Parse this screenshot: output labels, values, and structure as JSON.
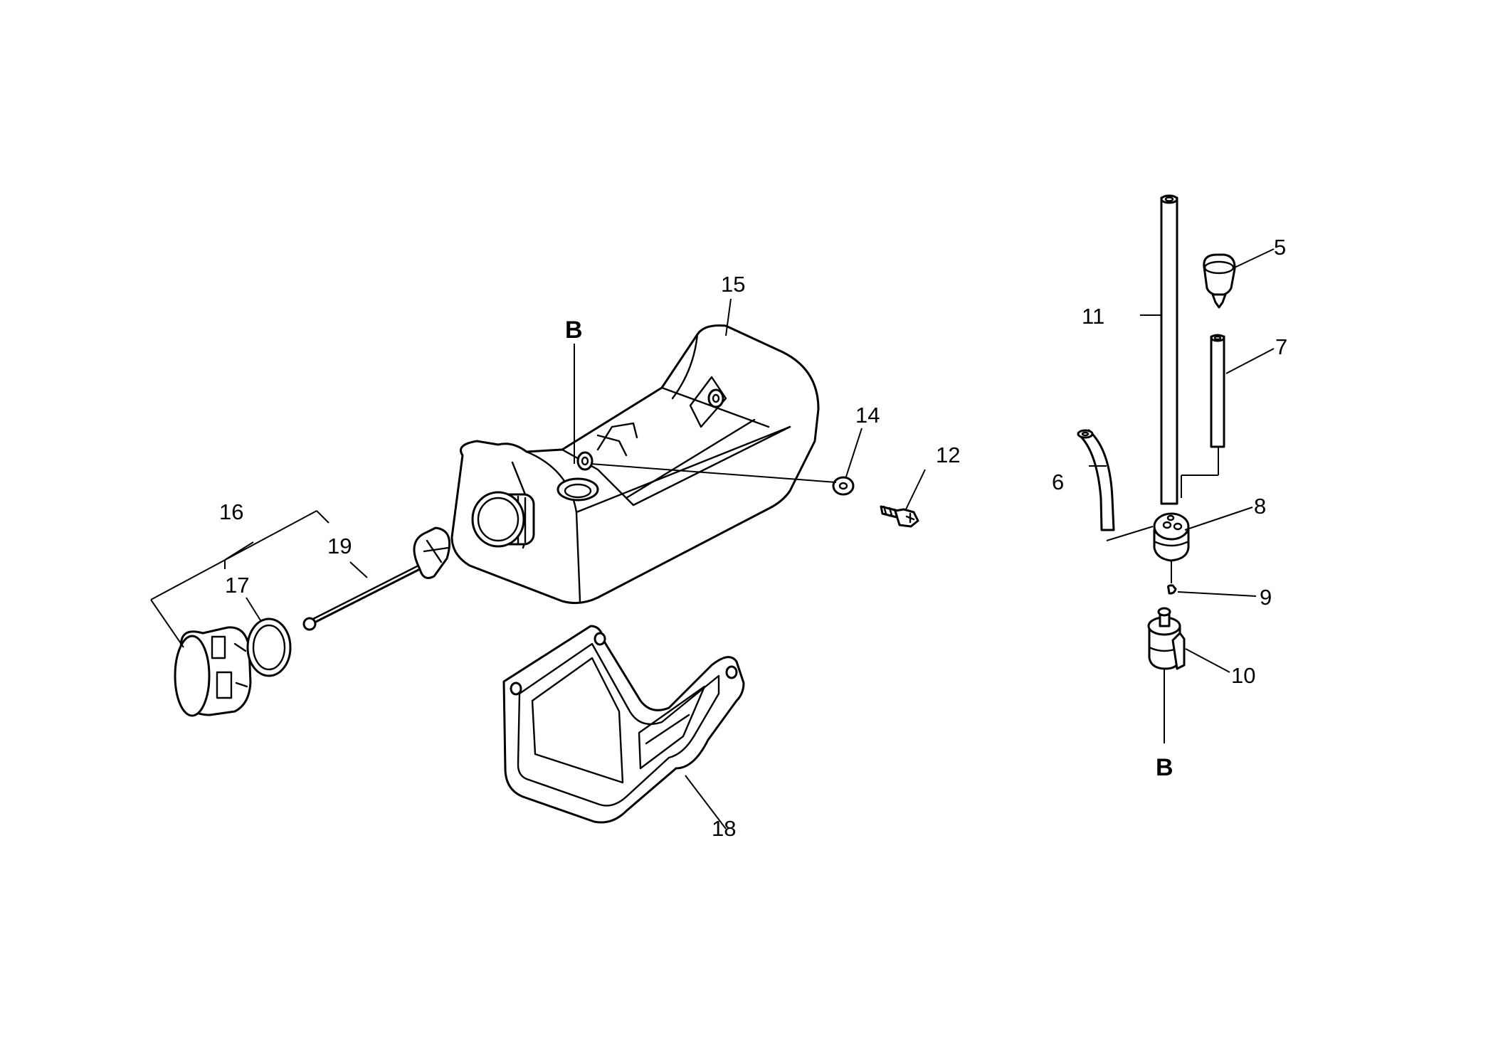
{
  "callouts": {
    "c5": "5",
    "c6": "6",
    "c7": "7",
    "c8": "8",
    "c9": "9",
    "c10": "10",
    "c11": "11",
    "c12": "12",
    "c14": "14",
    "c15": "15",
    "c16": "16",
    "c17": "17",
    "c18": "18",
    "c19": "19",
    "ref_b_tank": "B",
    "ref_b_filter": "B"
  }
}
